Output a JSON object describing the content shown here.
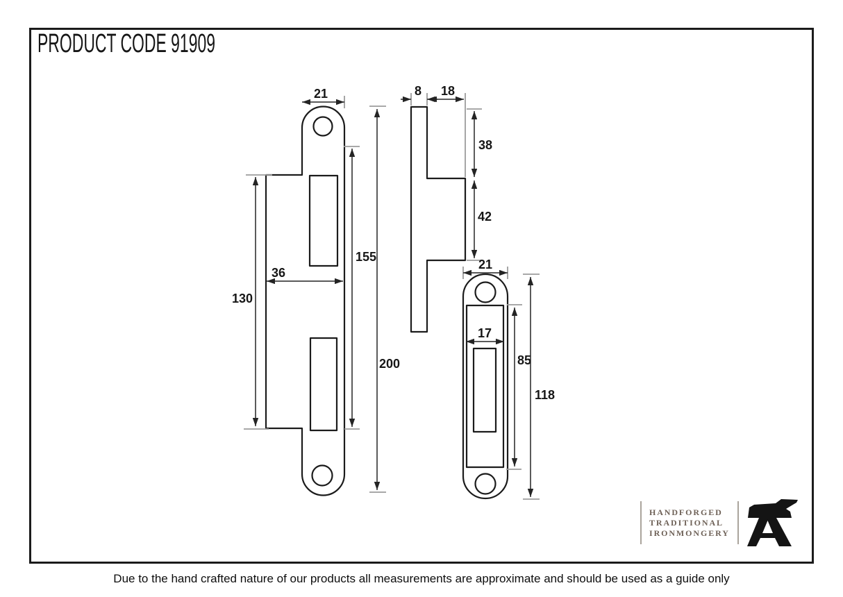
{
  "title": "PRODUCT CODE 91909",
  "disclaimer": "Due to the hand crafted nature of our products all measurements are approximate and should be used as a guide only",
  "logo": {
    "line1": "HANDFORGED",
    "line2": "TRADITIONAL",
    "line3": "IRONMONGERY",
    "icon": "anvil",
    "text_color": "#6e6157"
  },
  "drawing": {
    "line_color": "#1b1b1b",
    "views": {
      "faceplate_front": {
        "dims": {
          "tab_width": "21",
          "plate_width": "36",
          "body_height": "130",
          "face_height": "155",
          "overall_height": "200"
        }
      },
      "profile_side": {
        "dims": {
          "thickness": "8",
          "depth": "18",
          "upper_height": "38",
          "box_height": "42"
        }
      },
      "keep_front": {
        "dims": {
          "width": "21",
          "slot_width": "17",
          "plate_height": "85",
          "overall_height": "118"
        }
      }
    }
  }
}
